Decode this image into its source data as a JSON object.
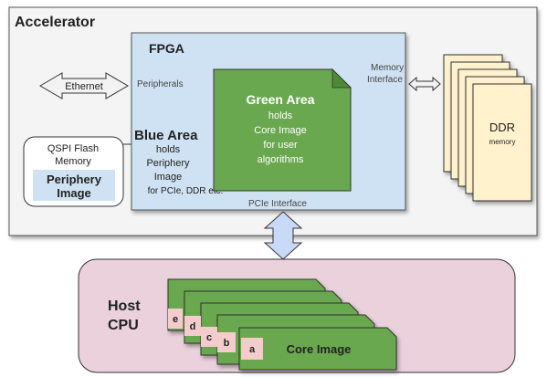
{
  "accelerator": {
    "title": "Accelerator",
    "ethernet_label": "Ethernet",
    "fpga": {
      "title": "FPGA",
      "peripherals_label": "Peripherals",
      "pcie_interface_label": "PCIe Interface",
      "memory_interface_label": [
        "Memory",
        "Interface"
      ],
      "blue_area": {
        "title": "Blue Area",
        "lines": [
          "holds",
          "Periphery",
          "Image",
          "for PCIe, DDR etc."
        ]
      },
      "green_area": {
        "title": "Green Area",
        "lines": [
          "holds",
          "Core Image",
          "for user",
          "algorithms"
        ]
      }
    },
    "qspi": {
      "lines": [
        "QSPI Flash",
        "Memory"
      ],
      "image_lines": [
        "Periphery",
        "Image"
      ]
    },
    "ddr": {
      "title": "DDR",
      "subtitle": "memory"
    }
  },
  "host": {
    "title_lines": [
      "Host",
      "CPU"
    ],
    "core_images": {
      "tabs": [
        "e",
        "d",
        "c",
        "b",
        "a"
      ],
      "front_label": "Core Image"
    }
  },
  "colors": {
    "accelerator_bg": "#f4f4f4",
    "fpga_blue": "#cfe2f3",
    "green_area": "#6aa84f",
    "ddr_fill": "#fff2cc",
    "host_pink": "#ead1dc",
    "tab_pink": "#f4cccc",
    "arrow_blue": "#c9daf8"
  }
}
